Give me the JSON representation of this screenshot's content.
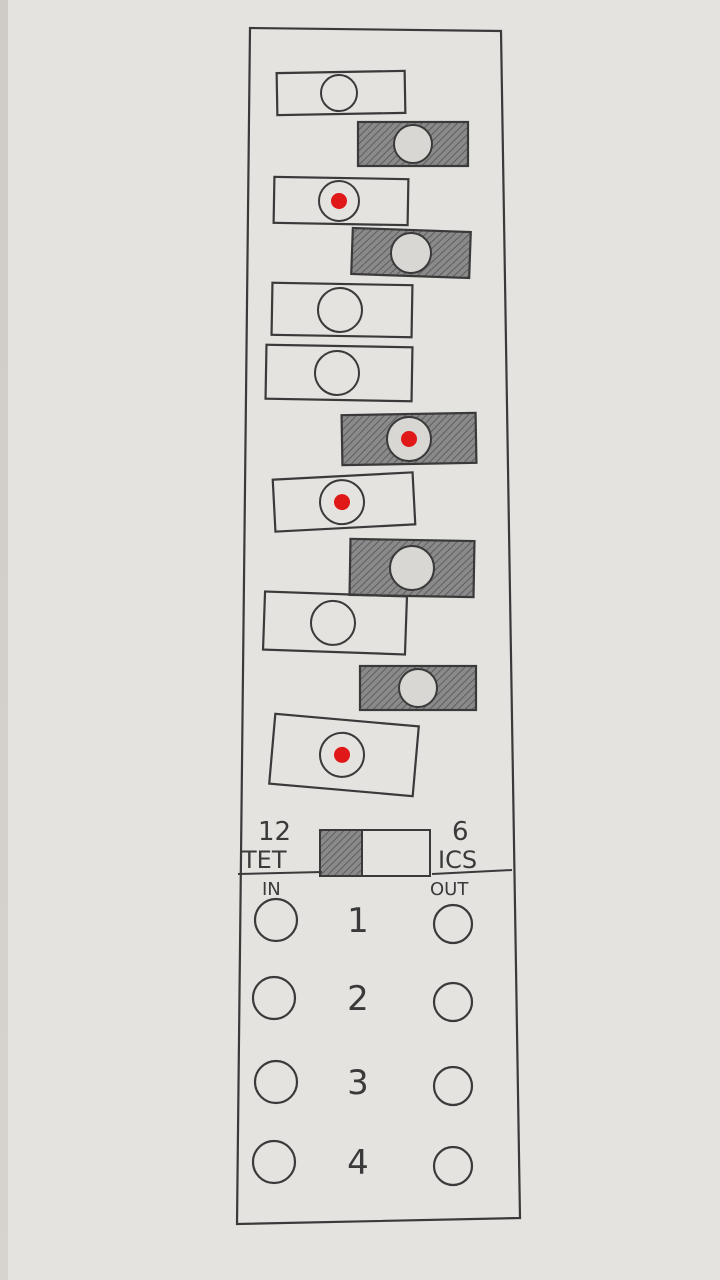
{
  "colors": {
    "pencil": "#3a3a3a",
    "shade": "#7a7a7a",
    "led": "#e01818",
    "paper": "#e4e2df"
  },
  "module": {
    "key_rows": [
      {
        "key": "white",
        "led": false
      },
      {
        "key": "black",
        "led": false
      },
      {
        "key": "white",
        "led": true
      },
      {
        "key": "black",
        "led": false
      },
      {
        "key": "white",
        "led": false
      },
      {
        "key": "white",
        "led": false
      },
      {
        "key": "black",
        "led": true
      },
      {
        "key": "white",
        "led": true
      },
      {
        "key": "black",
        "led": false
      },
      {
        "key": "white",
        "led": false
      },
      {
        "key": "black",
        "led": false
      },
      {
        "key": "white",
        "led": true
      }
    ],
    "switch": {
      "left_label_top": "12",
      "left_label_bottom": "TET",
      "right_label_top": "6",
      "right_label_bottom": "ICS",
      "position_fraction": 0
    },
    "jacks": {
      "in_label": "IN",
      "out_label": "OUT",
      "channels": [
        "1",
        "2",
        "3",
        "4"
      ]
    }
  }
}
